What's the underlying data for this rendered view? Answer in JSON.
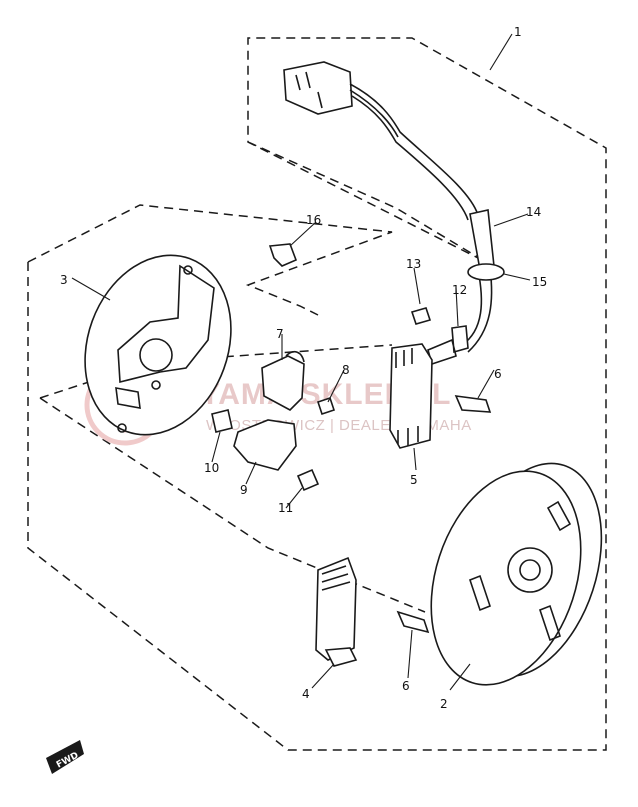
{
  "parts": {
    "p1": "1",
    "p2": "2",
    "p3": "3",
    "p4": "4",
    "p5": "5",
    "p6a": "6",
    "p6b": "6",
    "p7": "7",
    "p8": "8",
    "p9": "9",
    "p10": "10",
    "p11": "11",
    "p12": "12",
    "p13": "13",
    "p14": "14",
    "p15": "15",
    "p16": "16"
  },
  "watermark": {
    "title": "YAMA-SKLEP.PL",
    "subtitle": "W. OSTROWICZ | DEALER YAMAHA"
  },
  "direction_badge": "FWD",
  "colors": {
    "ink": "#1a1a1a",
    "watermark": "#e8c9c9",
    "paper": "#ffffff"
  }
}
